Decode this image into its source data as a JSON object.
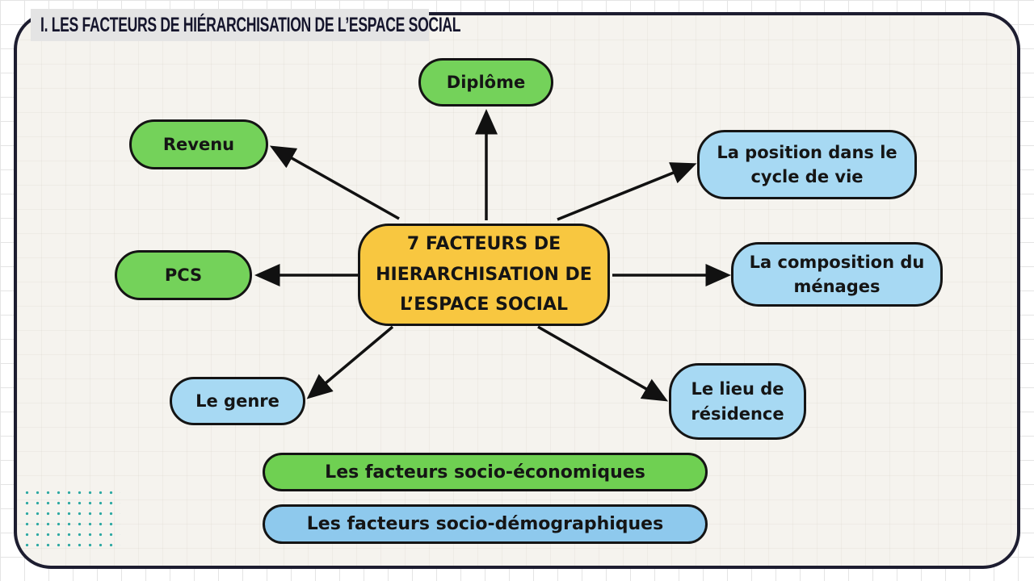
{
  "header": {
    "title": "I. LES FACTEURS DE HIÉRARCHISATION DE L’ESPACE SOCIAL"
  },
  "center": {
    "label": "7 FACTEURS DE HIERARCHISATION DE L’ESPACE SOCIAL"
  },
  "nodes": [
    {
      "id": "diplome",
      "label": "Diplôme",
      "category": "socio-economique",
      "color": "green"
    },
    {
      "id": "revenu",
      "label": "Revenu",
      "category": "socio-economique",
      "color": "green"
    },
    {
      "id": "pcs",
      "label": "PCS",
      "category": "socio-economique",
      "color": "green"
    },
    {
      "id": "position-cycle-vie",
      "label": "La position dans le cycle de vie",
      "category": "socio-demographique",
      "color": "blue"
    },
    {
      "id": "composition-menages",
      "label": "La composition du ménages",
      "category": "socio-demographique",
      "color": "blue"
    },
    {
      "id": "lieu-residence",
      "label": "Le lieu de résidence",
      "category": "socio-demographique",
      "color": "blue"
    },
    {
      "id": "genre",
      "label": "Le genre",
      "category": "socio-demographique",
      "color": "blue"
    }
  ],
  "legend": [
    {
      "label": "Les facteurs socio-économiques",
      "color": "green"
    },
    {
      "label": "Les facteurs socio-démographiques",
      "color": "blue"
    }
  ],
  "colors": {
    "panel-bg": "#f5f3ee",
    "panel-border": "#1d1d30",
    "grid-line": "#e4e4e4",
    "title-bg": "#e4e4e4",
    "title-text": "#15152c",
    "green": "#74d25a",
    "green-legend": "#6fd052",
    "blue": "#a7d9f3",
    "blue-legend": "#8ec9ed",
    "yellow": "#f8c740",
    "node-border": "#141414",
    "arrow": "#111111",
    "dot-teal": "#2da9a3"
  }
}
